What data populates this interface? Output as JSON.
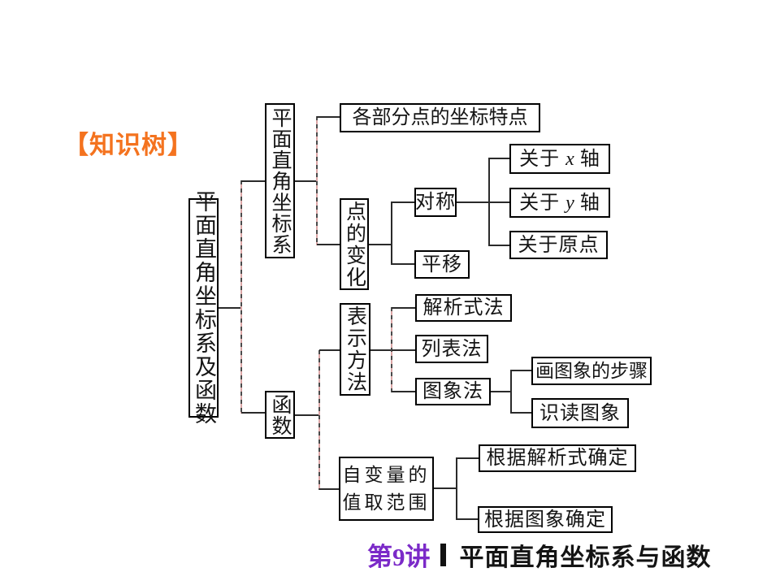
{
  "slide": {
    "heading": "【知识树】",
    "footer": {
      "lecture": "第9讲",
      "title": "平面直角坐标系与函数"
    }
  },
  "colors": {
    "heading_orange": "#F4731F",
    "lecture_purple": "#7B2AC8",
    "box_border": "#000000",
    "connector_dark": "#2A2A2A",
    "connector_dash_pink": "#DBA6A6"
  },
  "tree": {
    "root": "平面直角坐标系及函数",
    "coordinate_system": "平面直角坐标系",
    "parts_feature": "各部分点的坐标特点",
    "point_change": "点的变化",
    "symmetry": "对称",
    "translation": "平移",
    "about_x": {
      "prefix": "关于",
      "variable": "x",
      "suffix": "轴"
    },
    "about_y": {
      "prefix": "关于",
      "variable": "y",
      "suffix": "轴"
    },
    "about_origin": "关于原点",
    "function": "函数",
    "representation": "表示方法",
    "analytic_method": "解析式法",
    "table_method": "列表法",
    "graph_method": "图象法",
    "graph_steps": "画图象的步骤",
    "graph_reading": "识读图象",
    "domain": {
      "line1": "自变量的",
      "line2": "值取范围"
    },
    "by_analytic": "根据解析式确定",
    "by_graph": "根据图象确定"
  }
}
